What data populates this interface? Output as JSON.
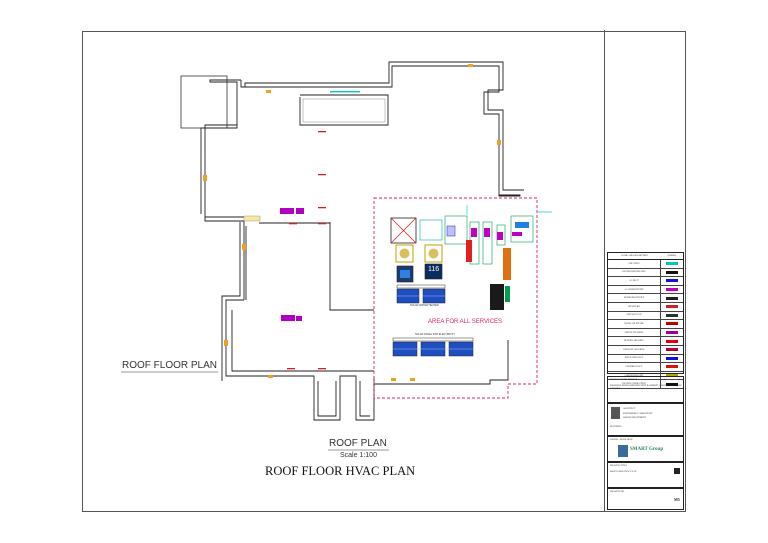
{
  "drawing": {
    "side_label": "ROOF FLOOR PLAN",
    "plan_label": "ROOF PLAN",
    "scale": "Scale 1:100",
    "main_title": "ROOF FLOOR HVAC PLAN",
    "services_label": "AREA FOR ALL SERVICES",
    "equipment_badge": "116",
    "solar_water_label": "SOLAR WATER HEATER",
    "solar_panel_label": "SOLAR PANEL FOR ELECTRICITY"
  },
  "legend": {
    "header_name": "NAME AND DESCRIPTION",
    "header_symbol": "SYMBOL",
    "rows": [
      {
        "label": "VRF UNITS",
        "color": "#00c8c8"
      },
      {
        "label": "HEATER RETURN LINE",
        "color": "#111111"
      },
      {
        "label": "AC DUCT",
        "color": "#1010e0"
      },
      {
        "label": "AC CONDUIT UNIT",
        "color": "#c000c0"
      },
      {
        "label": "REFRIGERANT PIPE",
        "color": "#202020"
      },
      {
        "label": "DRAIN PIPE",
        "color": "#d02020"
      },
      {
        "label": "EXHAUST FAN",
        "color": "#303030"
      },
      {
        "label": "FRESH AIR INTAKE",
        "color": "#c00000"
      },
      {
        "label": "SUPPLY AIR GRILL",
        "color": "#a000a0"
      },
      {
        "label": "RETURN AIR GRILL",
        "color": "#e00000"
      },
      {
        "label": "EXHAUST AIR GRILL",
        "color": "#b00030"
      },
      {
        "label": "INSULATED DUCT",
        "color": "#1010e0"
      },
      {
        "label": "FLEXIBLE DUCT",
        "color": "#e01010"
      },
      {
        "label": "CONDENSER UNIT",
        "color": "#c0a000"
      },
      {
        "label": "HEATER CONNECTION",
        "color": "#111111"
      }
    ]
  },
  "title_block": {
    "project_head": "PROJECT: HOTEL PROJECT",
    "project_desc": "PROPOSED HOTEL BUILDING WITH BASEMENT, GROUND FLOOR AND 4 FLOORS",
    "consultant_name": "ARCHITECT",
    "consultant_lines": [
      "ENGINEERING CONSULTANT",
      "DESIGN DEPARTMENT"
    ],
    "section_label": "REVISIONS",
    "owner_label": "OWNER / DEVELOPER",
    "logo_text": "SMART Group",
    "sheet_title_label": "DRAWING TITLE",
    "sheet_title": "ROOF FLOOR HVAC PLAN",
    "sheet_number": "M5",
    "drawing_no_label": "DRAWING NO."
  }
}
